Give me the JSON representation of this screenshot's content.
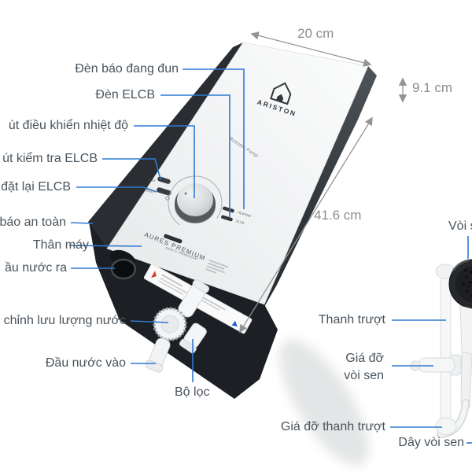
{
  "device": {
    "brand": "ARISTON",
    "model": "AURES PREMIUM",
    "feature_text": "Booster Pump",
    "panel": {
      "test": "TEST",
      "reset": "RESET",
      "heating": "HEATING",
      "elcb": "ELCB",
      "safety": "SAFETY THERMOSTAT"
    }
  },
  "dimensions": {
    "width_label": "20 cm",
    "depth_label": "9.1 cm",
    "height_label": "41.6 cm"
  },
  "callouts": {
    "left": [
      {
        "id": "heating-indicator-light",
        "label": "Đèn báo đang đun"
      },
      {
        "id": "elcb-light",
        "label": "Đèn ELCB"
      },
      {
        "id": "temperature-control",
        "label": "út điều khiển nhiệt độ"
      },
      {
        "id": "elcb-test-button",
        "label": "út kiểm tra ELCB"
      },
      {
        "id": "elcb-reset-button",
        "label": "đặt lại ELCB"
      },
      {
        "id": "safety-indicator",
        "label": "báo an toàn"
      },
      {
        "id": "main-body",
        "label": "Thân máy"
      },
      {
        "id": "water-outlet",
        "label": "ầu nước ra"
      },
      {
        "id": "flow-adjust-knob",
        "label": "chỉnh lưu lượng nước"
      },
      {
        "id": "water-inlet",
        "label": "Đầu nước vào"
      },
      {
        "id": "filter",
        "label": "Bộ lọc"
      }
    ],
    "right": [
      {
        "id": "shower-head",
        "label": "Vòi sen"
      },
      {
        "id": "slide-bar",
        "label": "Thanh trượt"
      },
      {
        "id": "shower-holder",
        "label_line1": "Giá đỡ",
        "label_line2": "vòi sen"
      },
      {
        "id": "slide-bar-holder",
        "label": "Giá đỡ thanh trượt"
      },
      {
        "id": "shower-hose",
        "label": "Dây vòi sen"
      }
    ]
  },
  "colors": {
    "callout_line": "#2E79D2",
    "label_text": "#4A545C",
    "dimension_gray": "#8D8D8D",
    "device_dark": "#1C1F23",
    "sticker_red": "#D23B2F",
    "sticker_blue": "#1F5FD0"
  }
}
